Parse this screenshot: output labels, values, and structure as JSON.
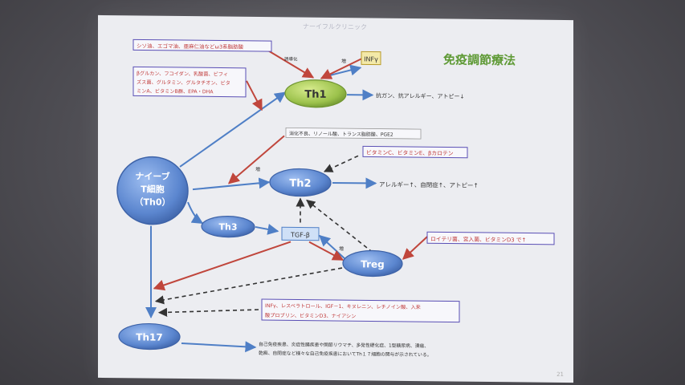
{
  "slide": {
    "header_text": "ナーイフルクリニック",
    "title": "免疫調節療法",
    "page_number": "21"
  },
  "nodes": {
    "th0": [
      "ナイーブ",
      "T細胞",
      "（Th0）"
    ],
    "th1": "Th1",
    "th2": "Th2",
    "th3": "Th3",
    "th17": "Th17",
    "treg": "Treg",
    "tgf": "TGF-β",
    "infg": "INFγ"
  },
  "boxes": {
    "oils": "シソ油、エゴマ油、亜麻仁油などω3系脂肪酸",
    "glucan": [
      "βグルカン、フコイダン、乳酸菌、ビフィ",
      "ズス菌、グルタミン、グルタチオン、ビタ",
      "ミンA、ビタミンB群、EPA・DHA"
    ],
    "trans": "消化不良、リノール酸、トランス脂肪酸、PGE2",
    "vitamins": "ビタミンC、ビタミンE、βカロテン",
    "reuteri": "ロイテリ菌、宮入菌、ビタミンD3 で↑",
    "infg_list": [
      "INFγ、レスベラトロール、IGF－1、キヌレニン、レチノイン酸、入来",
      "酸プロブリン、ビタミンD3、ナイアシン"
    ]
  },
  "labels": {
    "th1_effect": "抗ガン、抗アレルギー、アトピー↓",
    "th2_effect": "アレルギー↑、自閉症↑、アトピー↑",
    "th17_effect": [
      "自己免疫疾患、炎症性腸疾患や関節リウマチ、多発性硬化症、1型糖尿病、潰瘍、",
      "乾癬、自閉症など様々な自己免疫疾患においてTh１７細胞の関与が示されている。"
    ],
    "inc1": "増",
    "inc2": "増",
    "inc3": "増",
    "small_th1": "誘導化"
  }
}
